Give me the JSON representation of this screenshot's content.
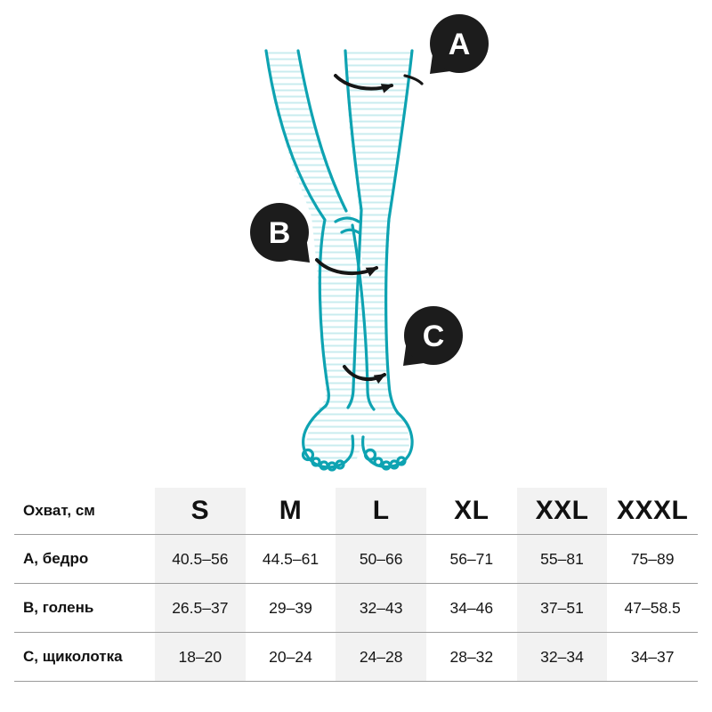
{
  "colors": {
    "accent_teal": "#0ea3b2",
    "hatch_teal": "#c9ecef",
    "badge_black": "#1c1c1c",
    "arrow_black": "#161616",
    "shaded_column_bg": "#f2f2f2",
    "row_border": "#9b9b9b"
  },
  "diagram": {
    "description": "line illustration of crossed legs with measurement points",
    "markers": [
      {
        "label": "A"
      },
      {
        "label": "B"
      },
      {
        "label": "C"
      }
    ]
  },
  "chart_data": {
    "type": "table",
    "corner_label": "Охват, см",
    "columns": [
      "S",
      "M",
      "L",
      "XL",
      "XXL",
      "XXXL"
    ],
    "shaded_columns": [
      "S",
      "L",
      "XXL"
    ],
    "rows": [
      {
        "label": "А, бедро",
        "values": [
          "40.5–56",
          "44.5–61",
          "50–66",
          "56–71",
          "55–81",
          "75–89"
        ]
      },
      {
        "label": "В, голень",
        "values": [
          "26.5–37",
          "29–39",
          "32–43",
          "34–46",
          "37–51",
          "47–58.5"
        ]
      },
      {
        "label": "С, щиколотка",
        "values": [
          "18–20",
          "20–24",
          "24–28",
          "28–32",
          "32–34",
          "34–37"
        ]
      }
    ]
  }
}
